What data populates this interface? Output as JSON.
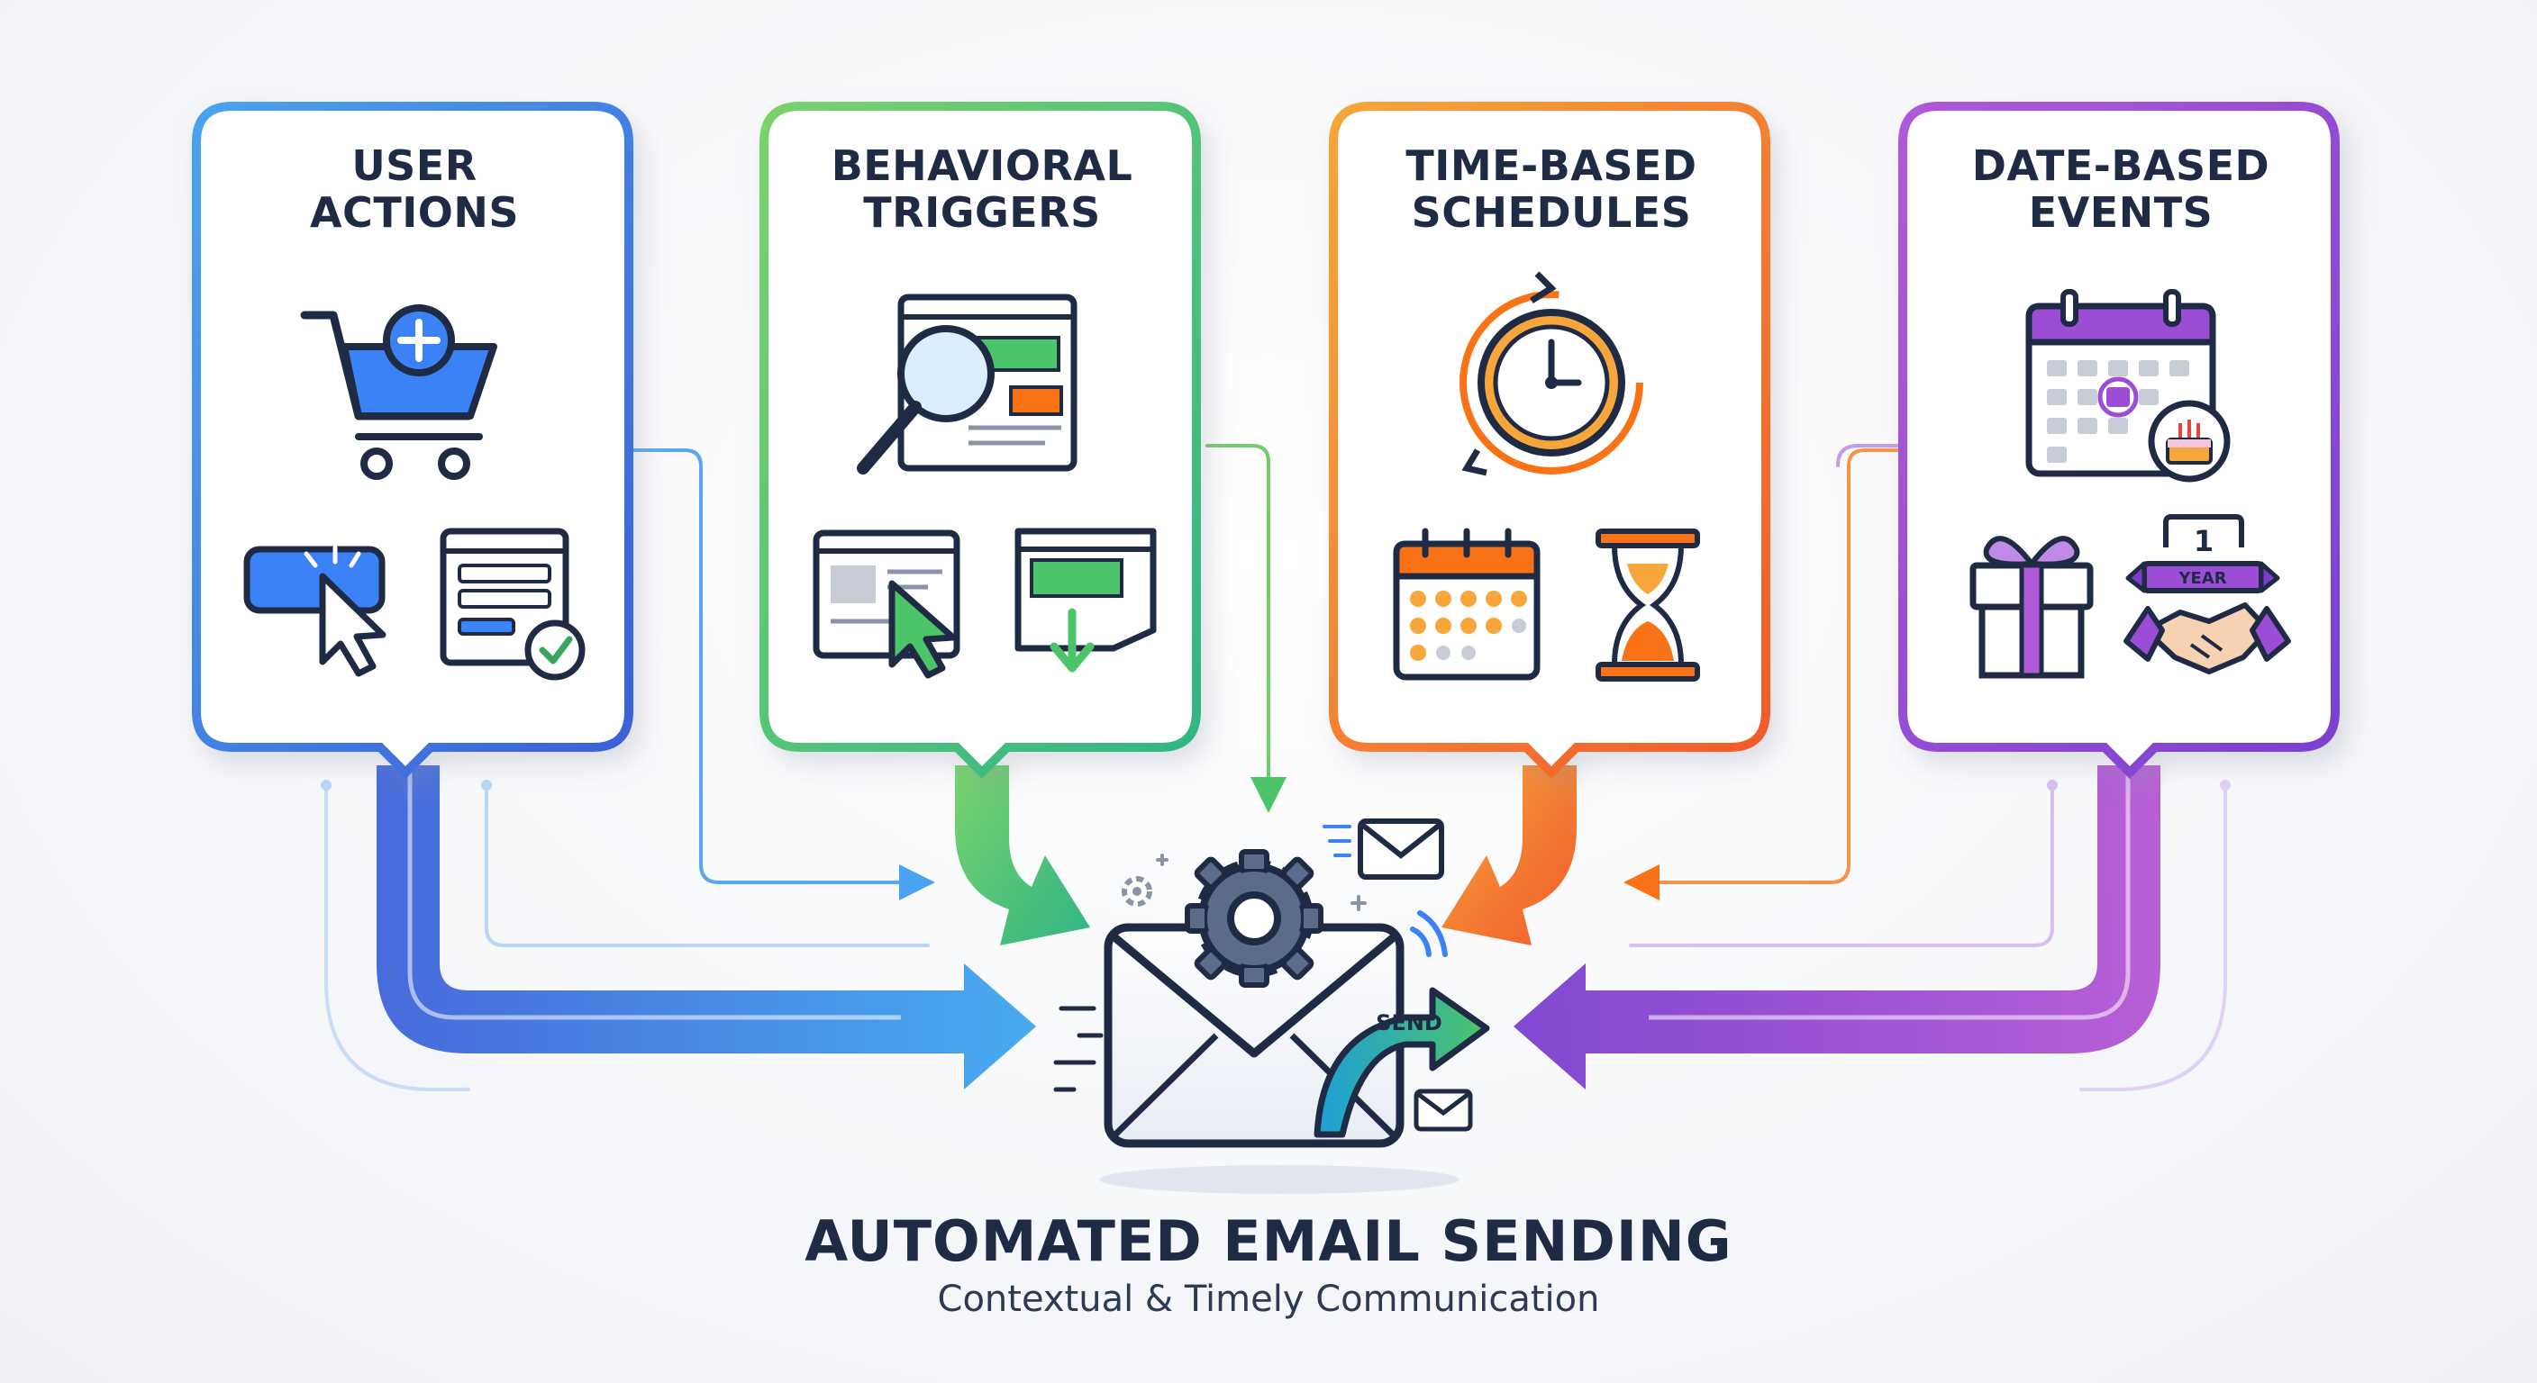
{
  "title": "AUTOMATED EMAIL SENDING",
  "subtitle": "Contextual & Timely Communication",
  "send_label": "SEND",
  "anniversary_badge": {
    "number": "1",
    "label": "YEAR"
  },
  "cards": [
    {
      "title_line1": "USER",
      "title_line2": "ACTIONS",
      "color": "#3b82f6",
      "icons": [
        "shopping-cart-add-icon",
        "click-button-icon",
        "form-submit-icon"
      ]
    },
    {
      "title_line1": "BEHAVIORAL",
      "title_line2": "TRIGGERS",
      "color": "#4cc46a",
      "icons": [
        "page-search-icon",
        "page-click-icon",
        "scroll-down-icon"
      ]
    },
    {
      "title_line1": "TIME-BASED",
      "title_line2": "SCHEDULES",
      "color": "#f97316",
      "icons": [
        "clock-cycle-icon",
        "calendar-checks-icon",
        "hourglass-icon"
      ]
    },
    {
      "title_line1": "DATE-BASED",
      "title_line2": "EVENTS",
      "color": "#9b4dd6",
      "icons": [
        "birthday-calendar-icon",
        "gift-icon",
        "anniversary-handshake-icon"
      ]
    }
  ]
}
